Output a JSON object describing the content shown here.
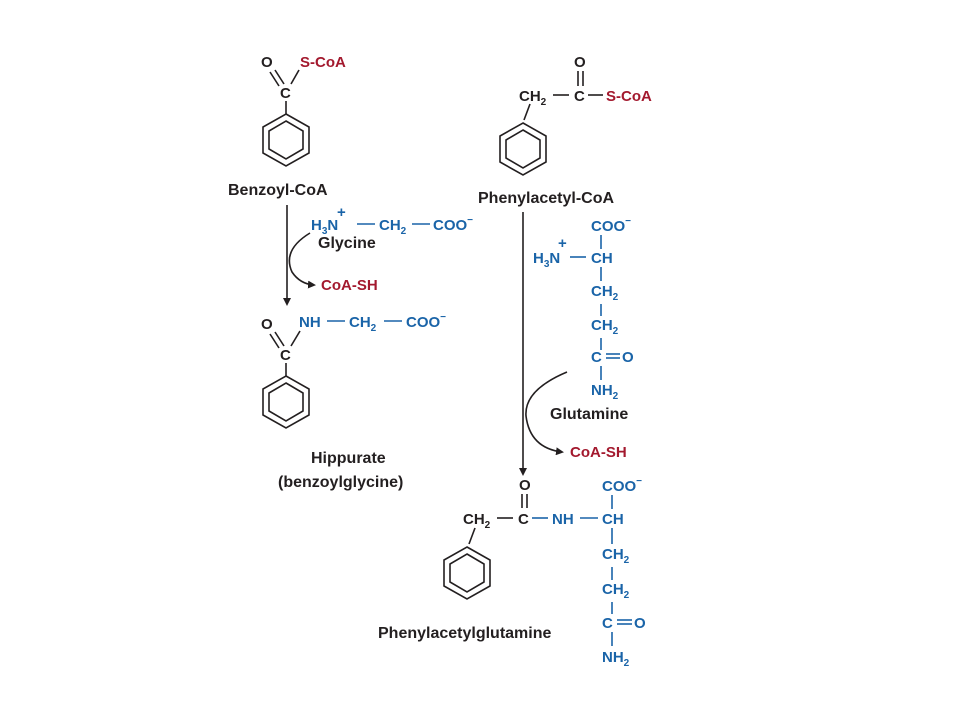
{
  "labels": {
    "benzoyl_coa": "Benzoyl-CoA",
    "phenylacetyl_coa": "Phenylacetyl-CoA",
    "glycine": "Glycine",
    "glutamine": "Glutamine",
    "hippurate": "Hippurate",
    "hippurate_alt": "(benzoylglycine)",
    "phenylacetylglutamine": "Phenylacetylglutamine"
  },
  "atoms": {
    "O": "O",
    "C": "C",
    "CH": "CH",
    "NH": "NH",
    "CH2": "CH",
    "sub2": "2",
    "H3N": "H",
    "sub3": "3",
    "N": "N",
    "plus": "+",
    "COO": "COO",
    "minus": "−",
    "SCoA": "S-CoA",
    "CoASH": "CoA-SH",
    "NH2": "NH"
  },
  "colors": {
    "black": "#231f20",
    "blue": "#1a64a8",
    "red": "#a3192e"
  }
}
